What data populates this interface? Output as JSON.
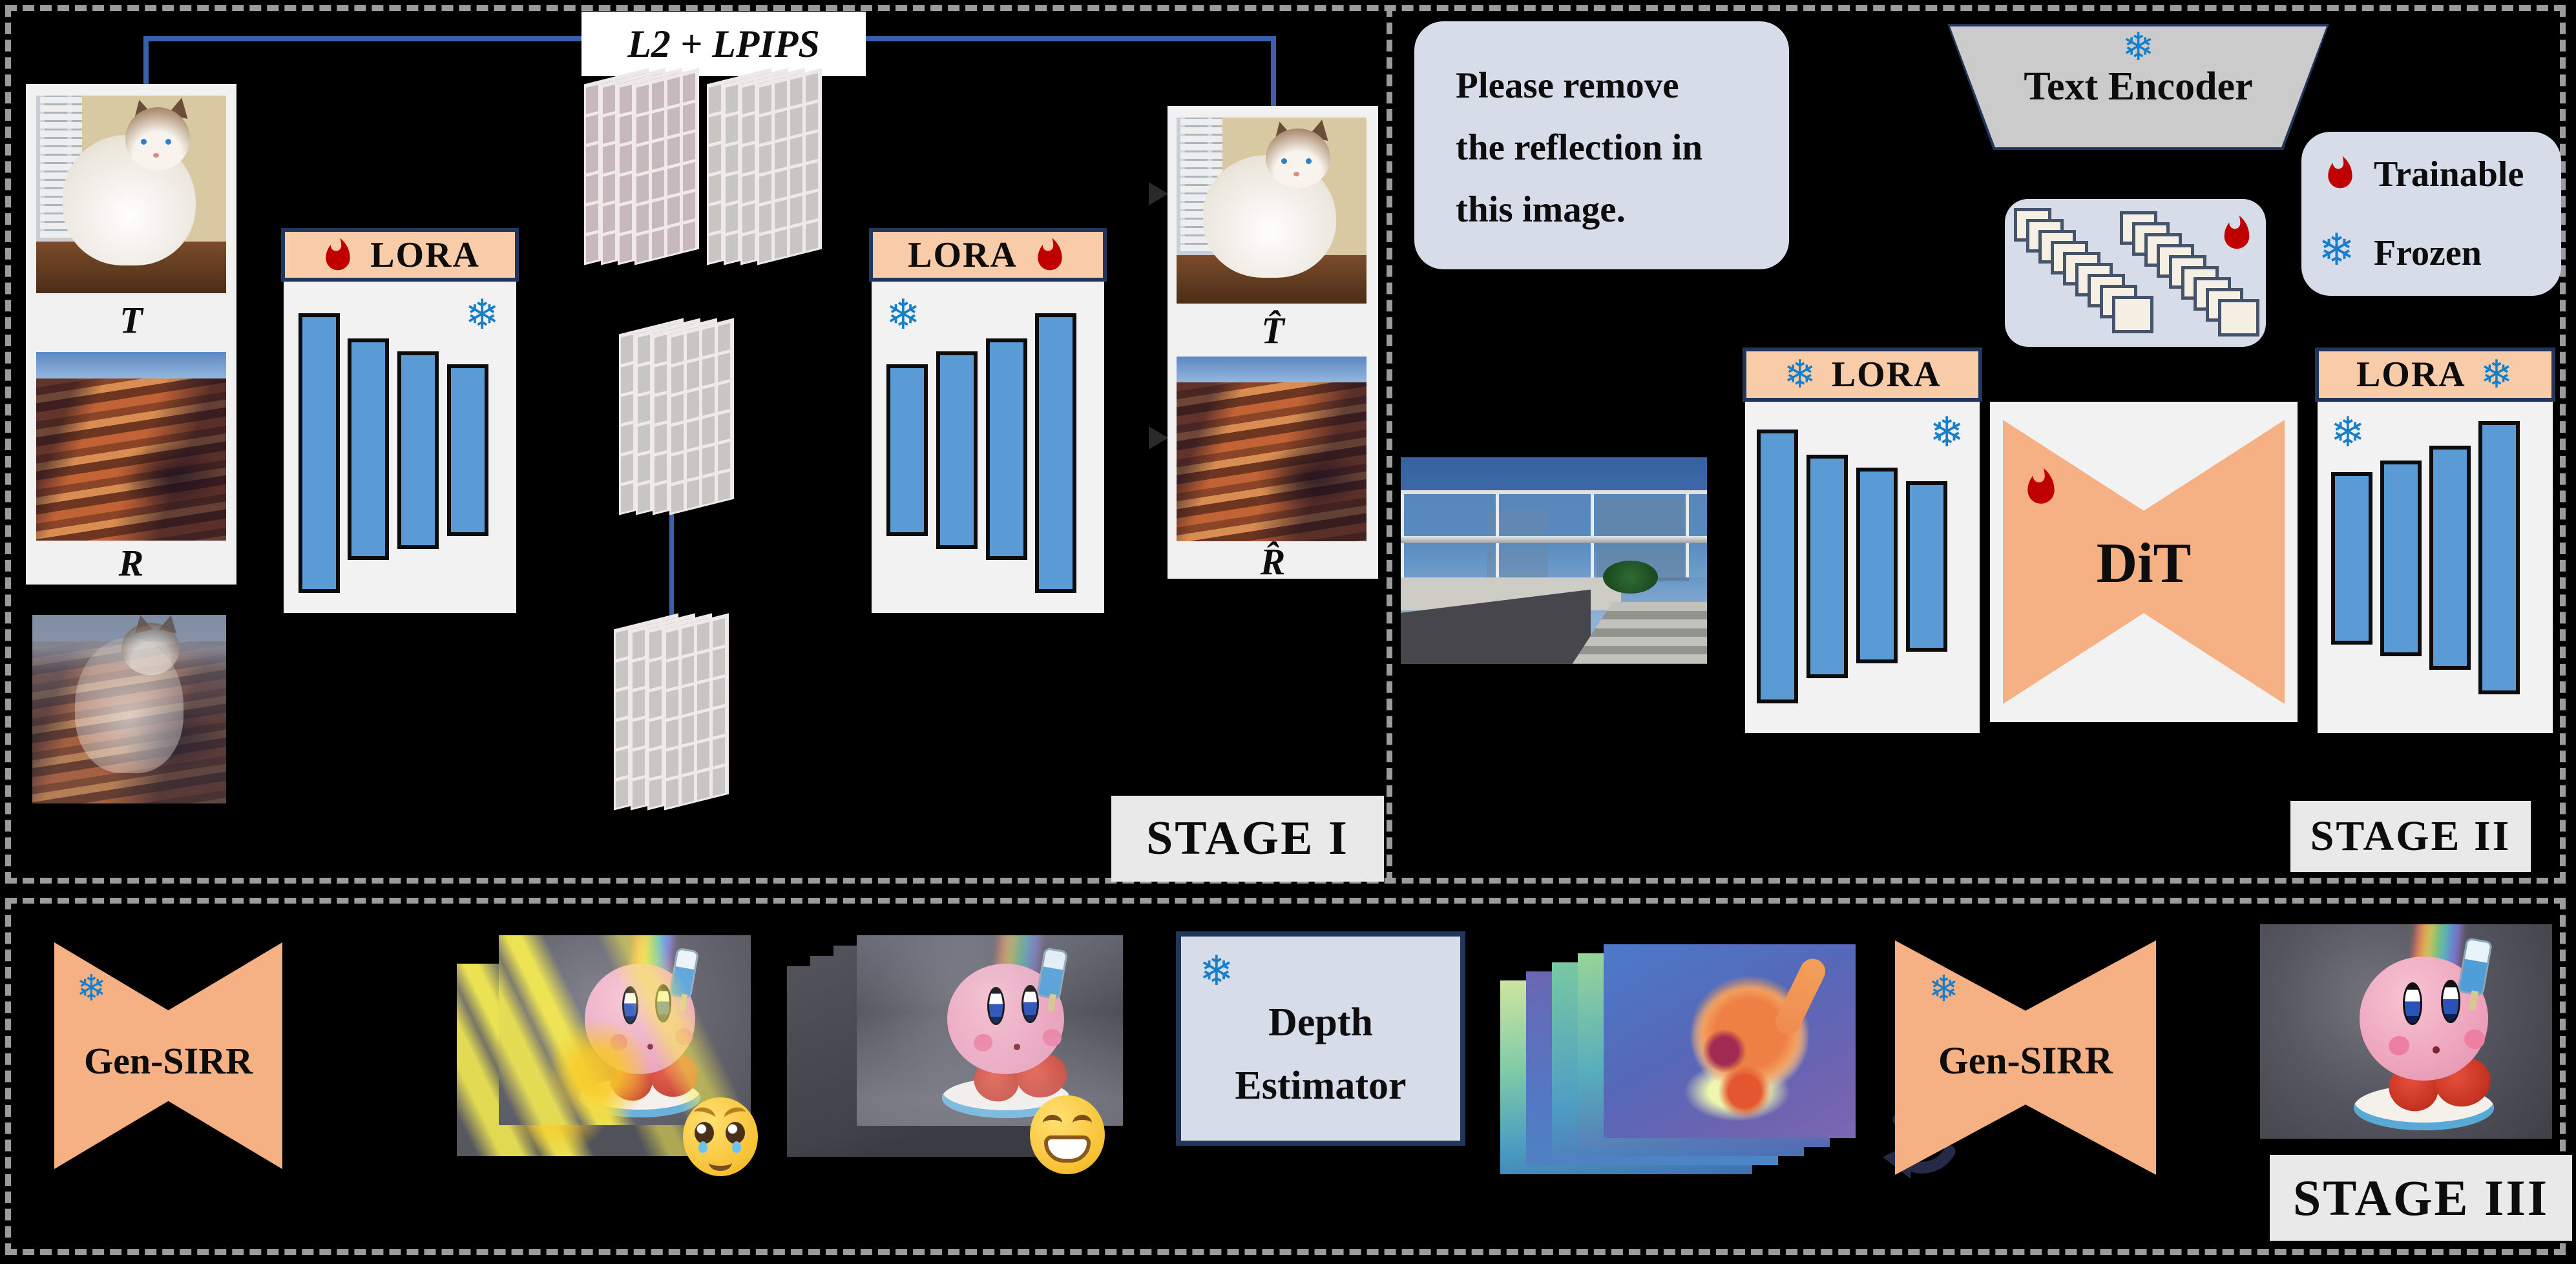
{
  "s1": {
    "loss": "L2 + LPIPS",
    "t": "T",
    "r": "R",
    "that": "T̂",
    "rhat": "R̂",
    "lora_l": "LORA",
    "lora_r": "LORA",
    "stage": "STAGE I"
  },
  "s2": {
    "prompt1": "Please remove",
    "prompt2": "the reflection in",
    "prompt3": "this image.",
    "encoder": "Text Encoder",
    "trainable": "Trainable",
    "frozen": "Frozen",
    "lora_l": "LORA",
    "lora_r": "LORA",
    "dit": "DiT",
    "stage": "STAGE II"
  },
  "s3": {
    "gen_l": "Gen-SIRR",
    "gen_r": "Gen-SIRR",
    "depth1": "Depth",
    "depth2": "Estimator",
    "emoji_degraded": "pleading-face",
    "emoji_clean": "grinning-face",
    "stage": "STAGE III"
  },
  "icons": {
    "snowflake": "❄",
    "fire": "flame"
  },
  "colors": {
    "background": "#000000",
    "dashed_border": "#9b9b9b",
    "connector_blue": "#3a5fad",
    "bar_blue": "#5b9bd5",
    "lora_header": "#f8cca9",
    "navy_border": "#22365c",
    "box_blue_gray": "#d6dce8",
    "module_orange": "#f5b183",
    "fire_red": "#c00000",
    "snow_blue": "#177fc9",
    "panel_gray": "#f1f1f1",
    "stage_label_bg": "#e9e9e9"
  }
}
